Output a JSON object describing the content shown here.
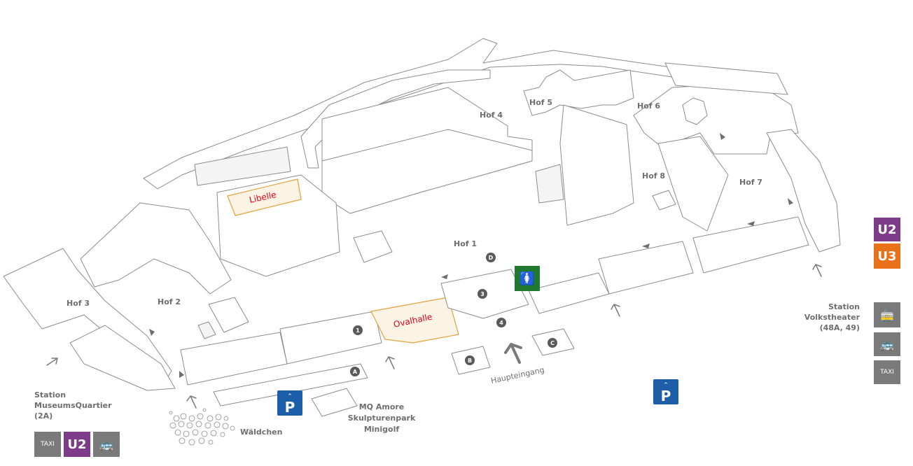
{
  "courtyards": {
    "hof1": "Hof 1",
    "hof2": "Hof 2",
    "hof3": "Hof 3",
    "hof4": "Hof 4",
    "hof5": "Hof 5",
    "hof6": "Hof 6",
    "hof7": "Hof 7",
    "hof8": "Hof 8"
  },
  "venues": {
    "libelle": "Libelle",
    "ovalhalle": "Ovalhalle"
  },
  "markers": {
    "m1": "1",
    "m3": "3",
    "m4": "4",
    "a": "A",
    "b": "B",
    "c": "C",
    "d": "D"
  },
  "labels": {
    "haupteingang": "Haupteingang",
    "waeldchen": "Wäldchen",
    "mq_amore_line1": "MQ Amore",
    "mq_amore_line2": "Skulpturenpark",
    "mq_amore_line3": "Minigolf",
    "parking": "P"
  },
  "stations": {
    "museumsquartier": {
      "line1": "Station",
      "line2": "MuseumsQuartier",
      "line3": "(2A)"
    },
    "volkstheater": {
      "line1": "Station",
      "line2": "Volkstheater",
      "line3": "(48A, 49)"
    }
  },
  "transit": {
    "u2": "U2",
    "u3": "U3",
    "taxi": "TAXI",
    "colors": {
      "u2": "#7e3b8a",
      "u3": "#e8711a",
      "grey": "#7a7a7a",
      "parking": "#1d5ea8",
      "wc": "#1f7a2e",
      "highlight": "#e3a13a"
    }
  },
  "icons": [
    "parking-icon",
    "toilet-icon",
    "tram-icon",
    "bus-icon",
    "taxi-icon",
    "entrance-arrow-icon"
  ]
}
